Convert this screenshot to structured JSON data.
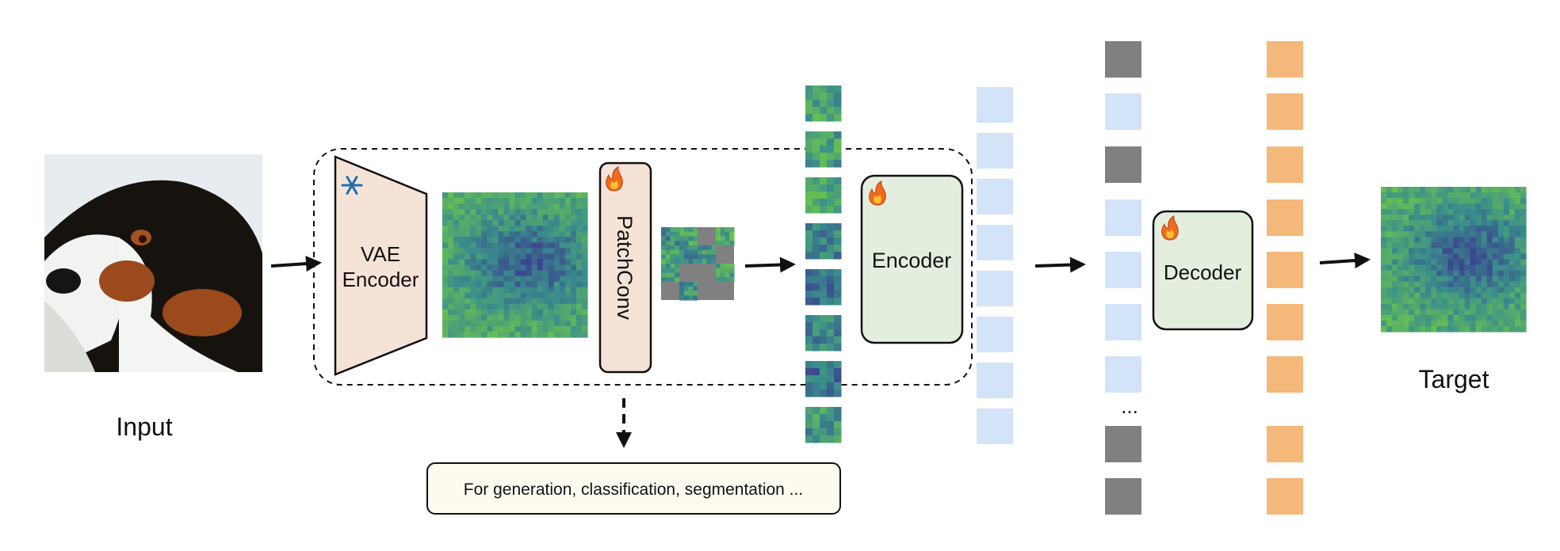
{
  "labels": {
    "input": "Input",
    "vae_encoder_line1": "VAE",
    "vae_encoder_line2": "Encoder",
    "patchconv": "PatchConv",
    "encoder": "Encoder",
    "decoder": "Decoder",
    "target": "Target",
    "ellipsis": "...",
    "downstream": "For generation, classification, segmentation ..."
  },
  "icons": {
    "frozen": "snowflake-icon",
    "trainable": "flame-icon"
  },
  "colors": {
    "vae_fill": "#f6e3d7",
    "patchconv_fill": "#f6e3d7",
    "encoder_fill": "#e3eedf",
    "decoder_fill": "#e3eedf",
    "token_blue": "#d3e3f8",
    "token_gray": "#808080",
    "token_orange": "#f4b87a",
    "note_fill": "#fdfbf0",
    "latent_low": "#3b3f8f",
    "latent_mid": "#3a8e8c",
    "latent_high": "#6cc54c"
  },
  "token_columns": {
    "decoder_input": [
      "gray",
      "blue",
      "gray",
      "blue",
      "blue",
      "blue",
      "blue",
      "gray",
      "gray"
    ],
    "decoder_output": [
      "orange",
      "orange",
      "orange",
      "orange",
      "orange",
      "orange",
      "orange",
      "orange",
      "orange"
    ]
  }
}
